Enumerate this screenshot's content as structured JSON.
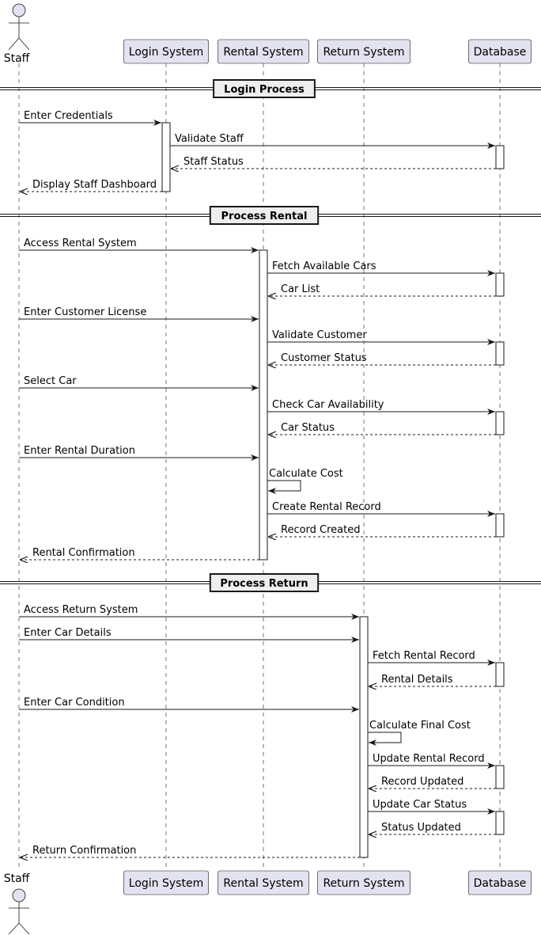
{
  "participants": [
    {
      "id": "staff",
      "label": "Staff",
      "kind": "actor"
    },
    {
      "id": "login",
      "label": "Login System",
      "kind": "box"
    },
    {
      "id": "rental",
      "label": "Rental System",
      "kind": "box"
    },
    {
      "id": "return",
      "label": "Return System",
      "kind": "box"
    },
    {
      "id": "db",
      "label": "Database",
      "kind": "box"
    }
  ],
  "separators": [
    {
      "label": "Login Process"
    },
    {
      "label": "Process Rental"
    },
    {
      "label": "Process Return"
    }
  ],
  "messages": [
    {
      "from": "staff",
      "to": "login",
      "label": "Enter Credentials",
      "type": "sync"
    },
    {
      "from": "login",
      "to": "db",
      "label": "Validate Staff",
      "type": "sync"
    },
    {
      "from": "db",
      "to": "login",
      "label": "Staff Status",
      "type": "reply"
    },
    {
      "from": "login",
      "to": "staff",
      "label": "Display Staff Dashboard",
      "type": "reply"
    },
    {
      "from": "staff",
      "to": "rental",
      "label": "Access Rental System",
      "type": "sync"
    },
    {
      "from": "rental",
      "to": "db",
      "label": "Fetch Available Cars",
      "type": "sync"
    },
    {
      "from": "db",
      "to": "rental",
      "label": "Car List",
      "type": "reply"
    },
    {
      "from": "staff",
      "to": "rental",
      "label": "Enter Customer License",
      "type": "sync"
    },
    {
      "from": "rental",
      "to": "db",
      "label": "Validate Customer",
      "type": "sync"
    },
    {
      "from": "db",
      "to": "rental",
      "label": "Customer Status",
      "type": "reply"
    },
    {
      "from": "staff",
      "to": "rental",
      "label": "Select Car",
      "type": "sync"
    },
    {
      "from": "rental",
      "to": "db",
      "label": "Check Car Availability",
      "type": "sync"
    },
    {
      "from": "db",
      "to": "rental",
      "label": "Car Status",
      "type": "reply"
    },
    {
      "from": "staff",
      "to": "rental",
      "label": "Enter Rental Duration",
      "type": "sync"
    },
    {
      "from": "rental",
      "to": "rental",
      "label": "Calculate Cost",
      "type": "self"
    },
    {
      "from": "rental",
      "to": "db",
      "label": "Create Rental Record",
      "type": "sync"
    },
    {
      "from": "db",
      "to": "rental",
      "label": "Record Created",
      "type": "reply"
    },
    {
      "from": "rental",
      "to": "staff",
      "label": "Rental Confirmation",
      "type": "reply"
    },
    {
      "from": "staff",
      "to": "return",
      "label": "Access Return System",
      "type": "sync"
    },
    {
      "from": "staff",
      "to": "return",
      "label": "Enter Car Details",
      "type": "sync"
    },
    {
      "from": "return",
      "to": "db",
      "label": "Fetch Rental Record",
      "type": "sync"
    },
    {
      "from": "db",
      "to": "return",
      "label": "Rental Details",
      "type": "reply"
    },
    {
      "from": "staff",
      "to": "return",
      "label": "Enter Car Condition",
      "type": "sync"
    },
    {
      "from": "return",
      "to": "return",
      "label": "Calculate Final Cost",
      "type": "self"
    },
    {
      "from": "return",
      "to": "db",
      "label": "Update Rental Record",
      "type": "sync"
    },
    {
      "from": "db",
      "to": "return",
      "label": "Record Updated",
      "type": "reply"
    },
    {
      "from": "return",
      "to": "db",
      "label": "Update Car Status",
      "type": "sync"
    },
    {
      "from": "db",
      "to": "return",
      "label": "Status Updated",
      "type": "reply"
    },
    {
      "from": "return",
      "to": "staff",
      "label": "Return Confirmation",
      "type": "reply"
    }
  ],
  "colors": {
    "participant_fill": "#e2e2f0",
    "participant_border": "#181818",
    "activation_fill": "#ffffff",
    "separator_fill": "#eeeeee",
    "line": "#181818"
  }
}
